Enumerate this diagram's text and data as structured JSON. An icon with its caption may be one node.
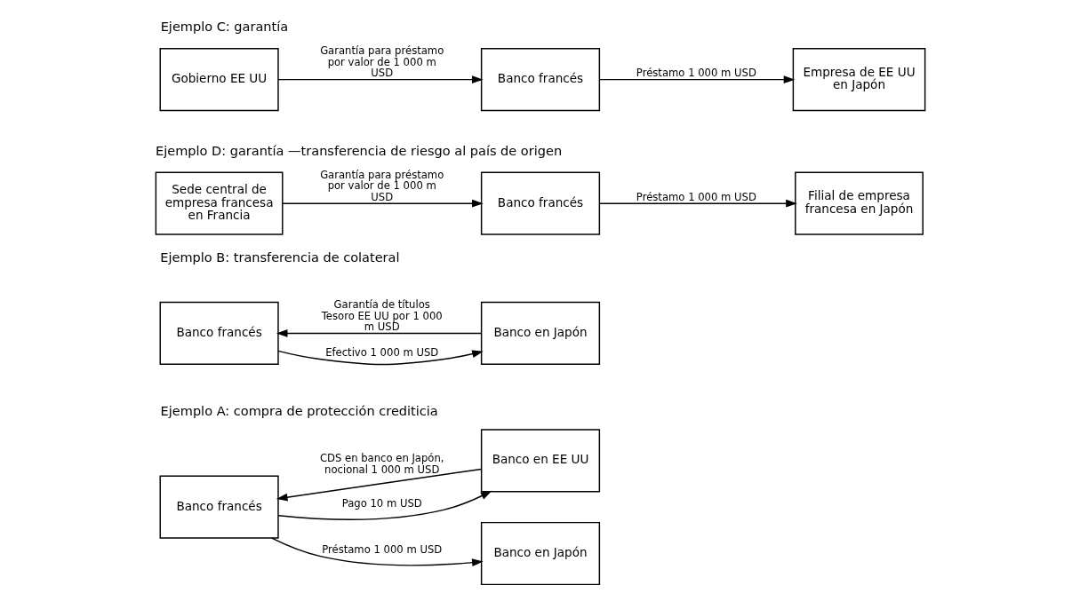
{
  "diagram": {
    "nodes": [
      {
        "text": [
          "Banco francés"
        ]
      },
      {
        "text": [
          "Banco en Japón"
        ]
      },
      {
        "text": [
          "Banco en EE UU"
        ]
      },
      {
        "text": [
          "Banco francés"
        ]
      },
      {
        "text": [
          "Banco en Japón"
        ]
      },
      {
        "text": [
          "Banco francés"
        ]
      },
      {
        "text": [
          "Empresa de EE UU en Japón"
        ]
      },
      {
        "text": [
          "Gobierno EE UU"
        ]
      },
      {
        "text": [
          "Banco francés"
        ]
      },
      {
        "text": [
          "Filial de empresa francesa en Japón"
        ]
      },
      {
        "text": [
          "Sede central de empresa francesa en Francia"
        ]
      }
    ],
    "edges": [
      {
        "from": 0,
        "to": 1,
        "arrow": "to",
        "label": "Préstamo 1 000 m USD"
      },
      {
        "from": 0,
        "to": 2,
        "arrow": "to",
        "label": "Pago 10 m USD"
      },
      {
        "from": 2,
        "to": 0,
        "arrow": "to",
        "label": "CDS en banco en Japón, nocional 1 000 m USD"
      },
      {
        "from": 3,
        "to": 4,
        "arrow": "to",
        "label": "Efectivo 1 000 m USD"
      },
      {
        "from": 4,
        "to": 3,
        "arrow": "to",
        "label": "Garantía de títulos Tesoro EE UU por 1 000 m USD"
      },
      {
        "from": 5,
        "to": 6,
        "arrow": "to",
        "label": "Préstamo 1 000 m USD"
      },
      {
        "from": 7,
        "to": 5,
        "arrow": "to",
        "label": "Garantía para préstamo por valor de 1 000 m USD"
      },
      {
        "from": 8,
        "to": 9,
        "arrow": "to",
        "label": "Préstamo 1 000 m USD"
      },
      {
        "from": 10,
        "to": 8,
        "arrow": "to",
        "label": "Garantía para préstamo por valor de 1 000 m USD"
      }
    ],
    "labels": [
      "Ejemplo A: compra de protección crediticia",
      "Ejemplo B: transferencia de colateral",
      "Ejemplo D: garantía —transferencia de riesgo al país de origen",
      "Ejemplo C: garantía"
    ]
  }
}
